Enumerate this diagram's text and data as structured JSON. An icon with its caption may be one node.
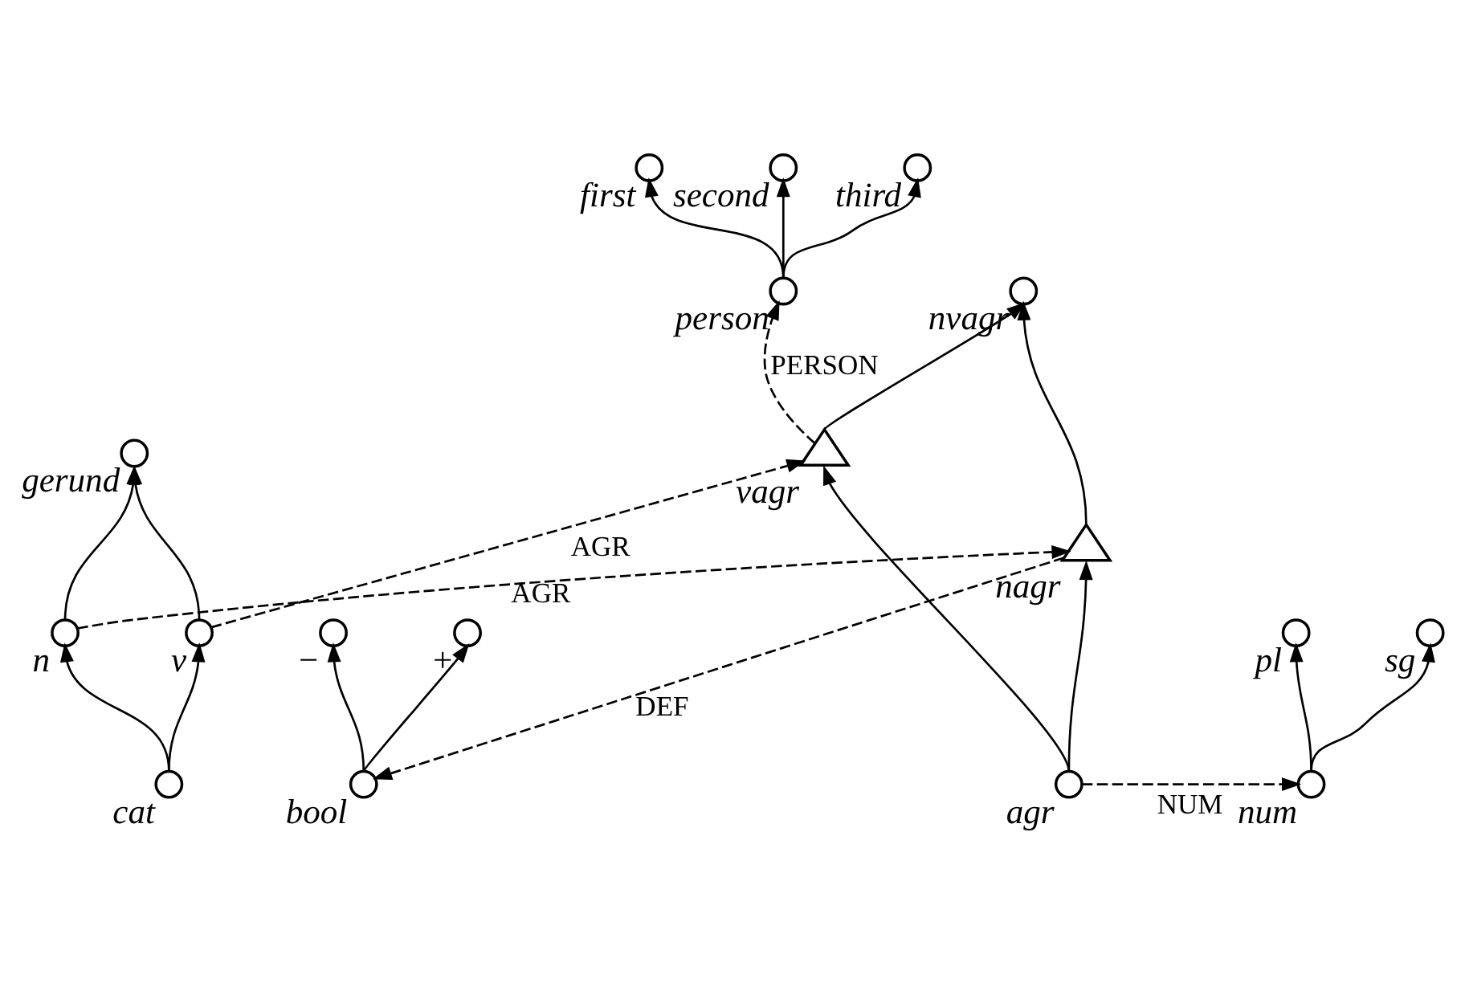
{
  "diagram": {
    "nodes": [
      {
        "text": [],
        "shape": "circle",
        "beside": [
          "first"
        ]
      },
      {
        "text": [],
        "shape": "circle",
        "beside": [
          "second"
        ]
      },
      {
        "text": [],
        "shape": "circle",
        "beside": [
          "third"
        ]
      },
      {
        "text": [],
        "shape": "circle",
        "beside": [
          "+"
        ]
      },
      {
        "text": [],
        "shape": "circle",
        "beside": [
          "−"
        ]
      },
      {
        "text": [],
        "shape": "circle",
        "beside": [
          "person"
        ]
      },
      {
        "text": [],
        "shape": "circle",
        "beside": [
          "bool"
        ]
      },
      {
        "text": [],
        "shape": "circle",
        "beside": [
          "gerund"
        ]
      },
      {
        "text": [],
        "shape": "circle",
        "beside": [
          "nvagr"
        ]
      },
      {
        "text": [],
        "shape": "circle",
        "beside": [
          "n"
        ]
      },
      {
        "text": [],
        "shape": "circle",
        "beside": [
          "v"
        ]
      },
      {
        "text": [],
        "shape": "triangle",
        "beside": [
          "vagr"
        ]
      },
      {
        "text": [],
        "shape": "triangle",
        "beside": [
          "nagr"
        ]
      },
      {
        "text": [],
        "shape": "circle",
        "beside": [
          "sg"
        ]
      },
      {
        "text": [],
        "shape": "circle",
        "beside": [
          "pl"
        ]
      },
      {
        "text": [],
        "shape": "circle",
        "beside": [
          "cat"
        ]
      },
      {
        "text": [],
        "shape": "circle",
        "beside": [
          "agr"
        ]
      },
      {
        "text": [],
        "shape": "circle",
        "beside": [
          "num"
        ]
      }
    ],
    "edges": [
      {
        "from": 5,
        "to": 0,
        "arrow": "to"
      },
      {
        "from": 5,
        "to": 1,
        "arrow": "to"
      },
      {
        "from": 5,
        "to": 2,
        "arrow": "to"
      },
      {
        "from": 6,
        "to": 3,
        "arrow": "to"
      },
      {
        "from": 6,
        "to": 4,
        "arrow": "to"
      },
      {
        "from": 9,
        "to": 7,
        "arrow": "to"
      },
      {
        "from": 10,
        "to": 7,
        "arrow": "to"
      },
      {
        "from": 11,
        "to": 8,
        "arrow": "to"
      },
      {
        "from": 12,
        "to": 8,
        "arrow": "to"
      },
      {
        "from": 15,
        "to": 9,
        "arrow": "to"
      },
      {
        "from": 15,
        "to": 10,
        "arrow": "to"
      },
      {
        "from": 16,
        "to": 11,
        "arrow": "to"
      },
      {
        "from": 16,
        "to": 12,
        "arrow": "to"
      },
      {
        "from": 17,
        "to": 13,
        "arrow": "to"
      },
      {
        "from": 17,
        "to": 14,
        "arrow": "to"
      },
      {
        "from": 9,
        "to": 12,
        "arrow": "to",
        "style": "dashed",
        "label": "AGR"
      },
      {
        "from": 10,
        "to": 11,
        "arrow": "to",
        "style": "dashed",
        "label": "AGR"
      },
      {
        "from": 11,
        "to": 5,
        "arrow": "to",
        "style": "dashed",
        "label": "PERSON"
      },
      {
        "from": 12,
        "to": 6,
        "arrow": "to",
        "style": "dashed",
        "label": "DEF"
      },
      {
        "from": 16,
        "to": 17,
        "arrow": "to",
        "style": "dashed",
        "label": "NUM"
      }
    ]
  }
}
